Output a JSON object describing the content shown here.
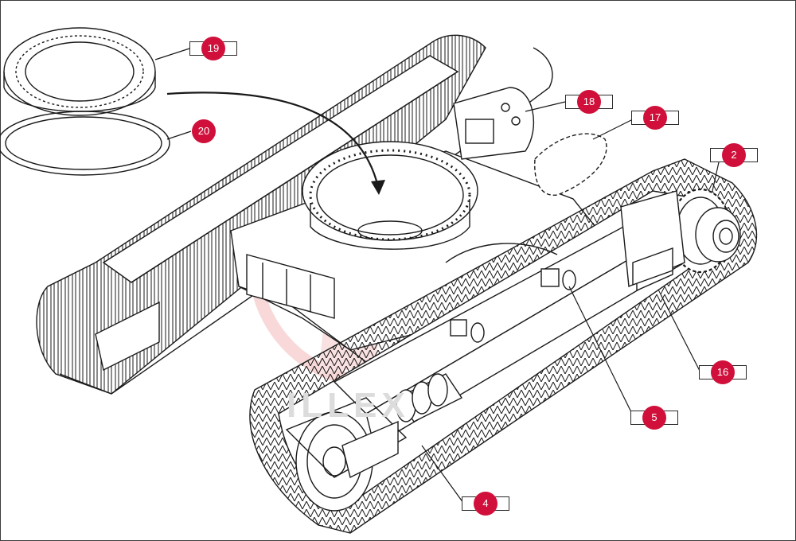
{
  "diagram": {
    "stroke_color": "#1a1a1a",
    "badge_color": "#d0103a",
    "watermark_color": "#f2b8b8",
    "watermark_text": "ILLEX",
    "callouts": [
      {
        "id": "19",
        "label": "19"
      },
      {
        "id": "20",
        "label": "20"
      },
      {
        "id": "18",
        "label": "18"
      },
      {
        "id": "17",
        "label": "17"
      },
      {
        "id": "2",
        "label": "2"
      },
      {
        "id": "16",
        "label": "16"
      },
      {
        "id": "5",
        "label": "5"
      },
      {
        "id": "4",
        "label": "4"
      }
    ]
  }
}
